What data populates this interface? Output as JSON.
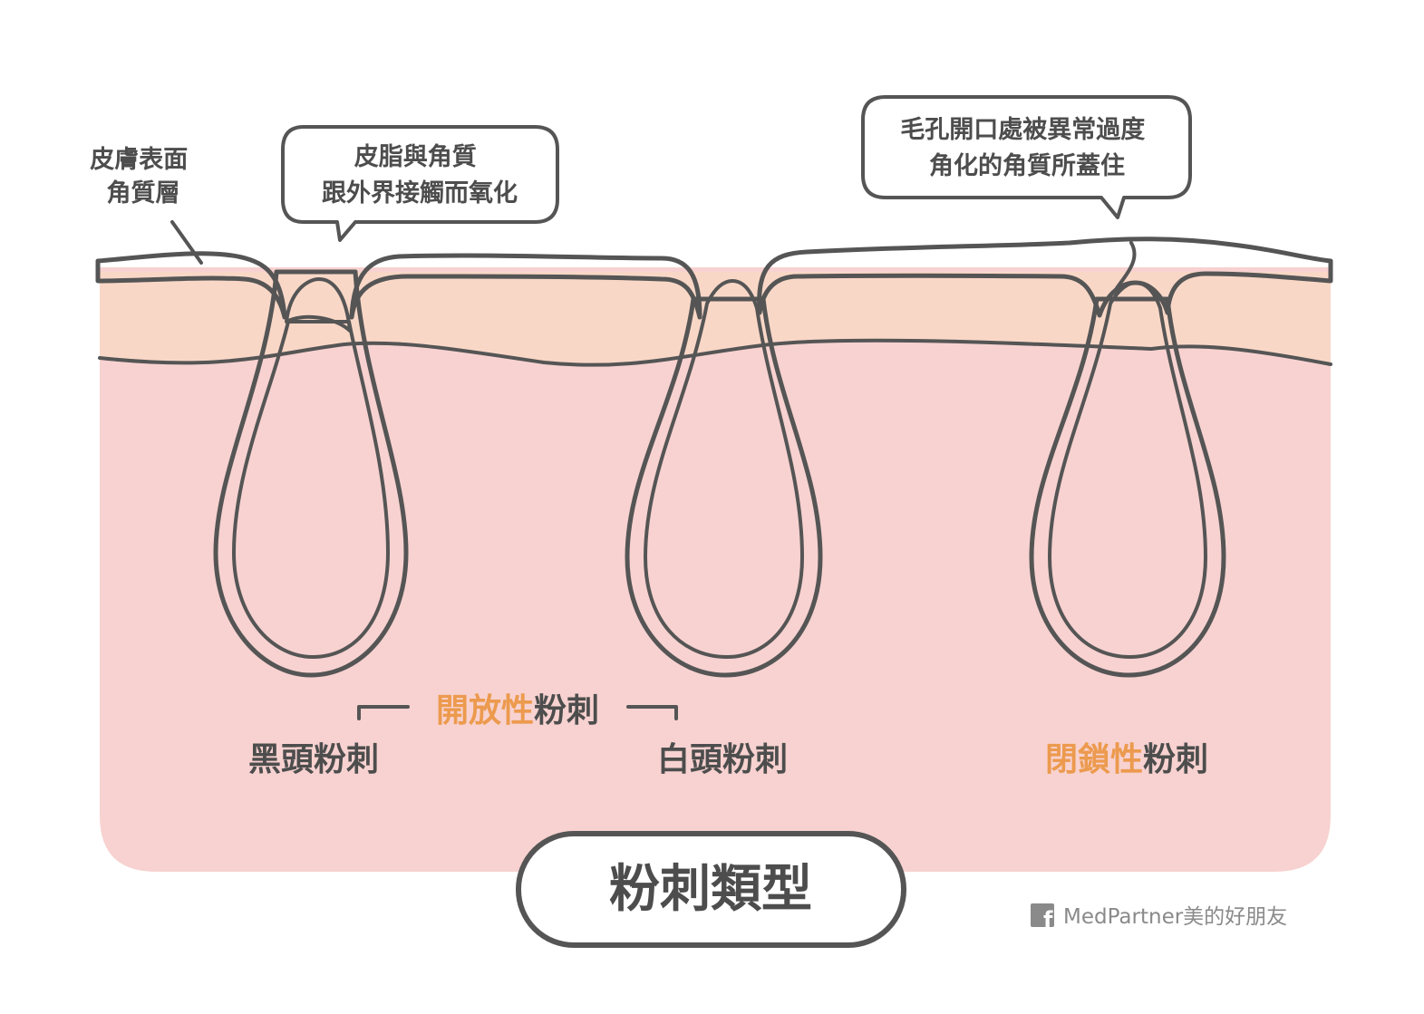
{
  "labels": {
    "stratum_corneum": [
      "皮膚表面",
      "角質層"
    ],
    "callout_oxidation": [
      "皮脂與角質",
      "跟外界接觸而氧化"
    ],
    "callout_closed": [
      "毛孔開口處被異常過度",
      "角化的角質所蓋住"
    ],
    "open_group": {
      "highlight": "開放性",
      "rest": "粉刺"
    },
    "blackhead": "黑頭粉刺",
    "whitehead": "白頭粉刺",
    "closed": {
      "highlight": "閉鎖性",
      "rest": "粉刺"
    },
    "title": "粉刺類型",
    "brand": "MedPartner美的好朋友"
  },
  "colors": {
    "dermis": "#f7d2d0",
    "epidermis": "#f9d7c7",
    "corneum": "#fbd88e",
    "sebum": "#fdefd6",
    "sheath": "#e7bfbc",
    "oxidized": "#6a6a6a",
    "accent": "#ec9a4e",
    "outline": "#555555"
  }
}
